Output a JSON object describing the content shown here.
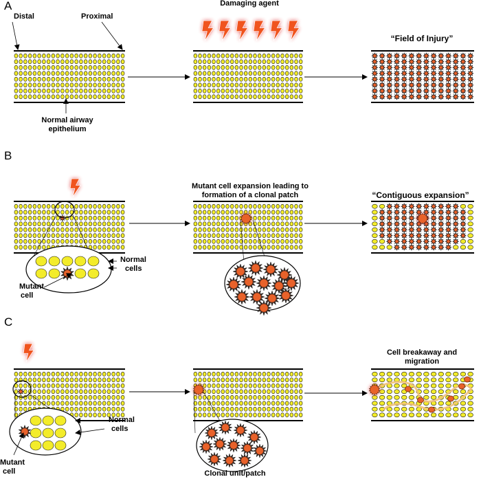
{
  "panels": [
    {
      "letter": "A",
      "labels": {
        "distal": "Distal",
        "proximal": "Proximal",
        "damaging_agent": "Damaging agent",
        "field_of_injury": "“Field of Injury”",
        "normal_airway_1": "Normal airway",
        "normal_airway_2": "epithelium"
      }
    },
    {
      "letter": "B",
      "labels": {
        "mutant_expansion_1": "Mutant cell  expansion leading to",
        "mutant_expansion_2": "formation of a clonal patch",
        "contiguous_expansion": "“Contiguous expansion”",
        "normal_cells_1": "Normal",
        "normal_cells_2": "cells",
        "mutant_cell_1": "Mutant",
        "mutant_cell_2": "cell"
      }
    },
    {
      "letter": "C",
      "labels": {
        "breakaway_1": "Cell breakaway and",
        "breakaway_2": "migration",
        "normal_cells_1": "Normal",
        "normal_cells_2": "cells",
        "mutant_cell_1": "Mutant",
        "mutant_cell_2": "cell",
        "clonal_unit": "Clonal unit/patch"
      }
    }
  ],
  "colors": {
    "normal_cell_fill": "#f3ec2a",
    "mutant_cell_fill": "#e8622a",
    "lightning_fill": "#f0541e",
    "lightning_glow": "#e02a2a",
    "migration_trail": "#f1c27a"
  }
}
